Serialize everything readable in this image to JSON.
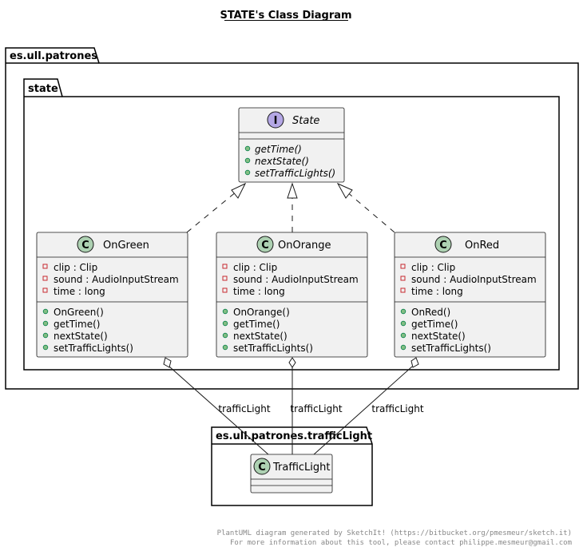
{
  "title": "STATE's Class Diagram",
  "packages": {
    "outer": "es.ull.patrones",
    "inner": "state",
    "traffic": "es.ull.patrones.trafficLight"
  },
  "state": {
    "stereotype": "I",
    "name": "State",
    "methods": [
      "getTime()",
      "nextState()",
      "setTrafficLights()"
    ]
  },
  "classes": [
    {
      "stereotype": "C",
      "name": "OnGreen",
      "fields": [
        "clip : Clip",
        "sound : AudioInputStream",
        "time : long"
      ],
      "methods": [
        "OnGreen()",
        "getTime()",
        "nextState()",
        "setTrafficLights()"
      ]
    },
    {
      "stereotype": "C",
      "name": "OnOrange",
      "fields": [
        "clip : Clip",
        "sound : AudioInputStream",
        "time : long"
      ],
      "methods": [
        "OnOrange()",
        "getTime()",
        "nextState()",
        "setTrafficLights()"
      ]
    },
    {
      "stereotype": "C",
      "name": "OnRed",
      "fields": [
        "clip : Clip",
        "sound : AudioInputStream",
        "time : long"
      ],
      "methods": [
        "OnRed()",
        "getTime()",
        "nextState()",
        "setTrafficLights()"
      ]
    }
  ],
  "traffic_class": {
    "stereotype": "C",
    "name": "TrafficLight"
  },
  "associations": [
    "trafficLight",
    "trafficLight",
    "trafficLight"
  ],
  "footer": [
    "PlantUML diagram generated by SketchIt! (https://bitbucket.org/pmesmeur/sketch.it)",
    "For more information about this tool, please contact philippe.mesmeur@gmail.com"
  ],
  "colors": {
    "class_fill": "#F1F1F1",
    "border": "#181818",
    "interface_badge": "#B4A7E5",
    "class_badge": "#ADD1B2",
    "method_dot": "#84BE84",
    "field_square": "#C82930"
  }
}
